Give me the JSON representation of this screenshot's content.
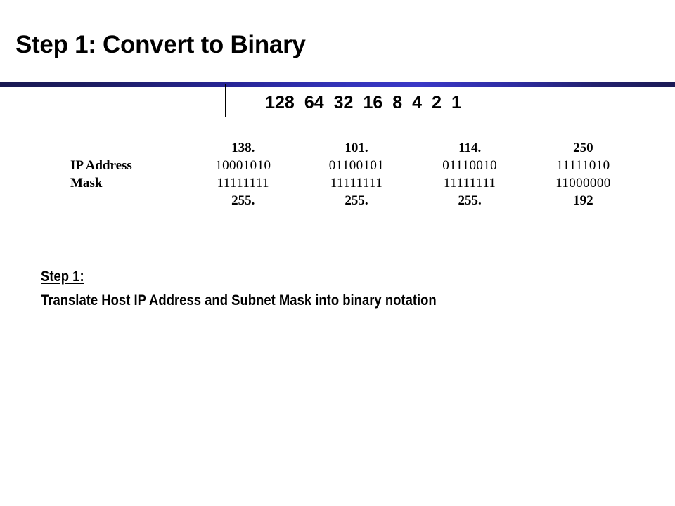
{
  "slide": {
    "title": "Step 1: Convert to Binary"
  },
  "place_value_box": {
    "name": "binary-place-values",
    "values": [
      "128",
      "64",
      "32",
      "16",
      "8",
      "4",
      "2",
      "1"
    ]
  },
  "binary_table": {
    "rows": [
      {
        "label": "",
        "type": "decimal",
        "octets": [
          "138.",
          "101.",
          "114.",
          "250"
        ]
      },
      {
        "label": "IP Address",
        "type": "binary",
        "octets": [
          "10001010",
          "01100101",
          "01110010",
          "11111010"
        ]
      },
      {
        "label": "Mask",
        "type": "binary",
        "octets": [
          "11111111",
          "11111111",
          "11111111",
          "11000000"
        ]
      },
      {
        "label": "",
        "type": "decimal",
        "octets": [
          "255.",
          "255.",
          "255.",
          "192"
        ]
      }
    ]
  },
  "instruction": {
    "heading": "Step 1:",
    "body": "Translate Host IP Address and Subnet Mask into binary notation"
  },
  "colors": {
    "text": "#000000",
    "background": "#ffffff",
    "bar_dark": "#191952",
    "bar_bright": "#3a38c6",
    "box_border": "#000000"
  }
}
